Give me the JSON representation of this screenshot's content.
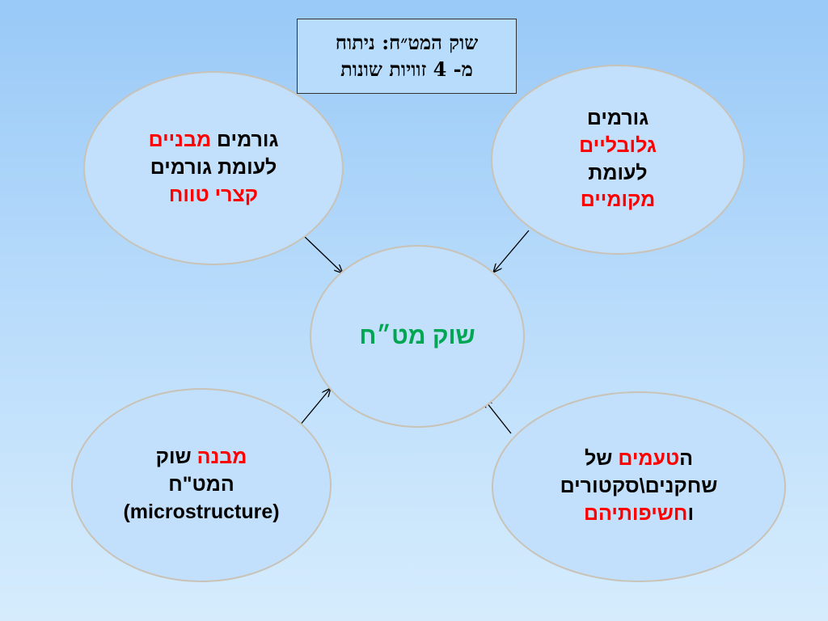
{
  "title": {
    "line1": "שוק המט״ח: ניתוח",
    "line2": "מ- 4 זוויות שונות"
  },
  "nodes": {
    "top_left": {
      "l1_a": "גורמים ",
      "l1_b": "מבניים",
      "l2": "לעומת גורמים",
      "l3": "קצרי טווח"
    },
    "top_right": {
      "l1": "גורמים",
      "l2": "גלובליים",
      "l3": "לעומת",
      "l4": "מקומיים"
    },
    "center": {
      "label": "שוק מט״ח"
    },
    "bottom_left": {
      "l1_a": "מבנה",
      "l1_b": " שוק",
      "l2": "המט\"ח",
      "l3": "(microstructure)"
    },
    "bottom_right": {
      "l1_a": "ה",
      "l1_b": "טעמים",
      "l1_c": " של",
      "l2": "שחקנים\\סקטורים",
      "l3_a": "ו",
      "l3_b": "חשיפותיהם"
    }
  },
  "colors": {
    "background_top": "#99c9f7",
    "background_bottom": "#d6ecfd",
    "highlight": "#ff0000",
    "center_text": "#00a651",
    "ellipse_border": "#c9c2b6"
  }
}
